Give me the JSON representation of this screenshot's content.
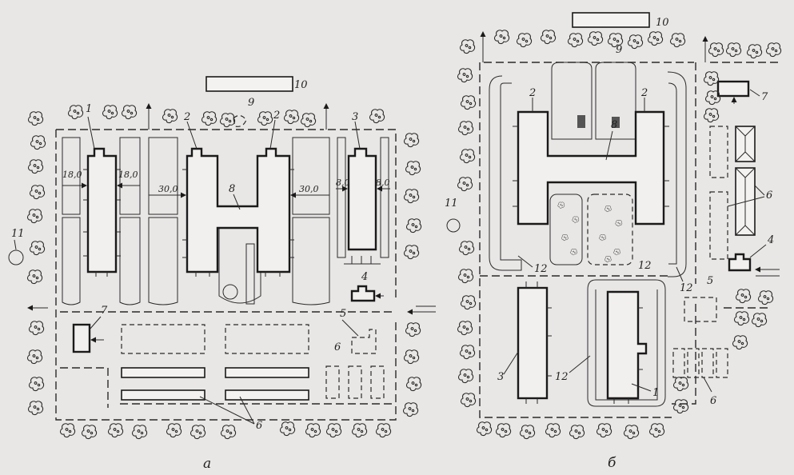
{
  "plans": [
    {
      "id": "a",
      "caption": "а",
      "labels": {
        "n1": "1",
        "n2a": "2",
        "n2b": "2",
        "n3": "3",
        "n4": "4",
        "n5": "5",
        "n6a": "6",
        "n6b": "6",
        "n7": "7",
        "n8": "8",
        "n9": "9",
        "n10": "10",
        "n11": "11"
      },
      "dims": {
        "d1": "18,0",
        "d2": "18,0",
        "d3": "30,0",
        "d4": "30,0",
        "d5": "8,0",
        "d6": "8,0"
      }
    },
    {
      "id": "b",
      "caption": "б",
      "labels": {
        "n1": "1",
        "n2a": "2",
        "n2b": "2",
        "n3": "3",
        "n4": "4",
        "n5": "5",
        "n6a": "6",
        "n6b": "6",
        "n7": "7",
        "n8": "8",
        "n9": "9",
        "n10": "10",
        "n11": "11",
        "n12a": "12",
        "n12b": "12",
        "n12c": "12"
      }
    }
  ]
}
